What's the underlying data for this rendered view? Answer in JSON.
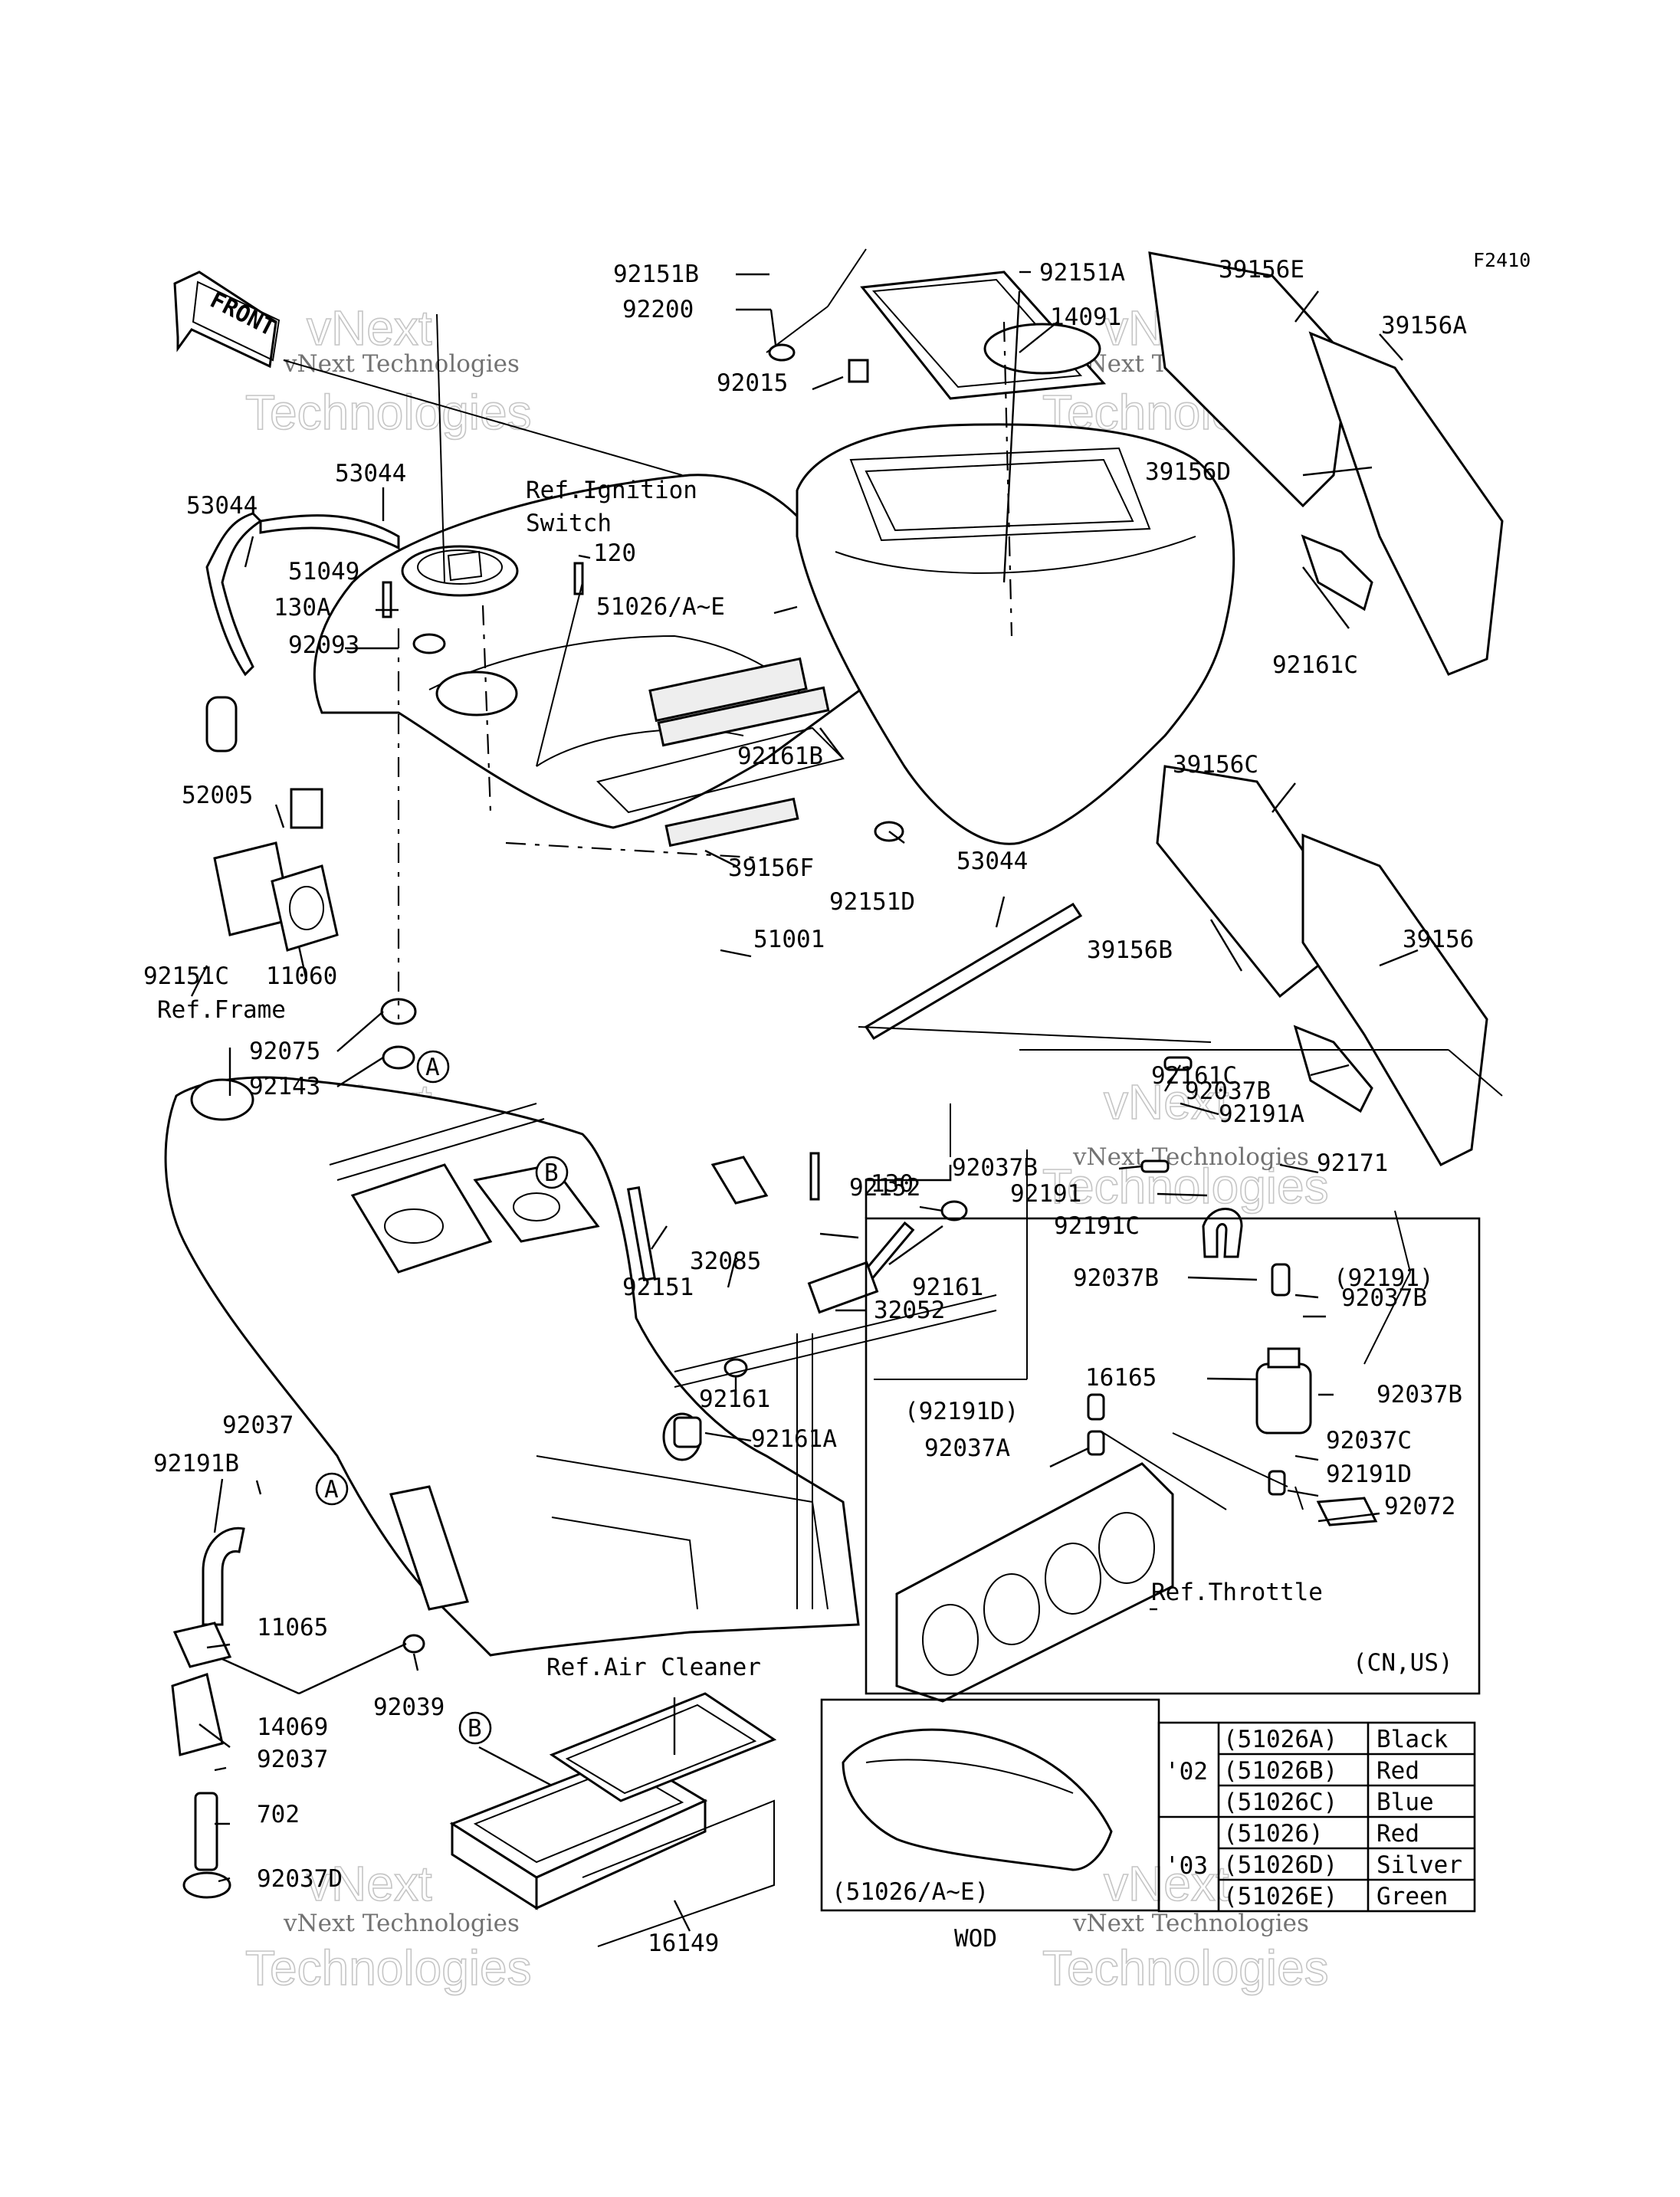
{
  "figure_code": "F2410",
  "front_label": "FRONT",
  "watermark": {
    "line1": "vNext",
    "line2": "Technologies",
    "caption": "vNext Technologies"
  },
  "callouts": {
    "A": "A",
    "B": "B"
  },
  "labels": {
    "p92151B": "92151B",
    "p92200": "92200",
    "p92015": "92015",
    "p92151A": "92151A",
    "p14091": "14091",
    "p39156E": "39156E",
    "p39156A": "39156A",
    "p39156D": "39156D",
    "p92161C_top": "92161C",
    "p53044_a": "53044",
    "p53044_b": "53044",
    "ref_ignition_1": "Ref.Ignition",
    "ref_ignition_2": "Switch",
    "p120": "120",
    "p51049": "51049",
    "p130A": "130A",
    "p92093": "92093",
    "p51026AE": "51026/A~E",
    "p92161B": "92161B",
    "p39156C": "39156C",
    "p52005": "52005",
    "p39156F": "39156F",
    "p92151D": "92151D",
    "p53044_c": "53044",
    "p51001": "51001",
    "p39156": "39156",
    "p39156B": "39156B",
    "p92151C": "92151C",
    "p11060": "11060",
    "ref_frame": "Ref.Frame",
    "p92075": "92075",
    "p92143": "92143",
    "p92161C_mid": "92161C",
    "p92037B_1": "92037B",
    "p92191A": "92191A",
    "p130": "130",
    "p92037B_2": "92037B",
    "p92171": "92171",
    "p92152": "92152",
    "p92191_1": "92191",
    "p92191C": "92191C",
    "p92151": "92151",
    "p32085": "32085",
    "p92161_a": "92161",
    "p92037B_3": "92037B",
    "p92191_paren": "(92191)",
    "p32052": "32052",
    "p92037B_4": "92037B",
    "p16165": "16165",
    "p92037B_5": "92037B",
    "p92161_b": "92161",
    "p92191D_paren": "(92191D)",
    "p92161A": "92161A",
    "p92037C": "92037C",
    "p92037": "92037",
    "p92037A": "92037A",
    "p92191D": "92191D",
    "p92191B": "92191B",
    "p92072": "92072",
    "ref_throttle": "Ref.Throttle",
    "p11065": "11065",
    "cn_us": "(CN,US)",
    "ref_air_cleaner": "Ref.Air Cleaner",
    "p92039": "92039",
    "p14069": "14069",
    "p92037_b": "92037",
    "p702": "702",
    "p92037D": "92037D",
    "p16149": "16149",
    "p51026AE_inset": "(51026/A~E)",
    "wod": "WOD"
  },
  "color_table": {
    "rows": [
      {
        "year": "'02",
        "part": "(51026A)",
        "color": "Black"
      },
      {
        "year": "",
        "part": "(51026B)",
        "color": "Red"
      },
      {
        "year": "",
        "part": "(51026C)",
        "color": "Blue"
      },
      {
        "year": "'03",
        "part": "(51026)",
        "color": "Red"
      },
      {
        "year": "",
        "part": "(51026D)",
        "color": "Silver"
      },
      {
        "year": "",
        "part": "(51026E)",
        "color": "Green"
      }
    ]
  }
}
